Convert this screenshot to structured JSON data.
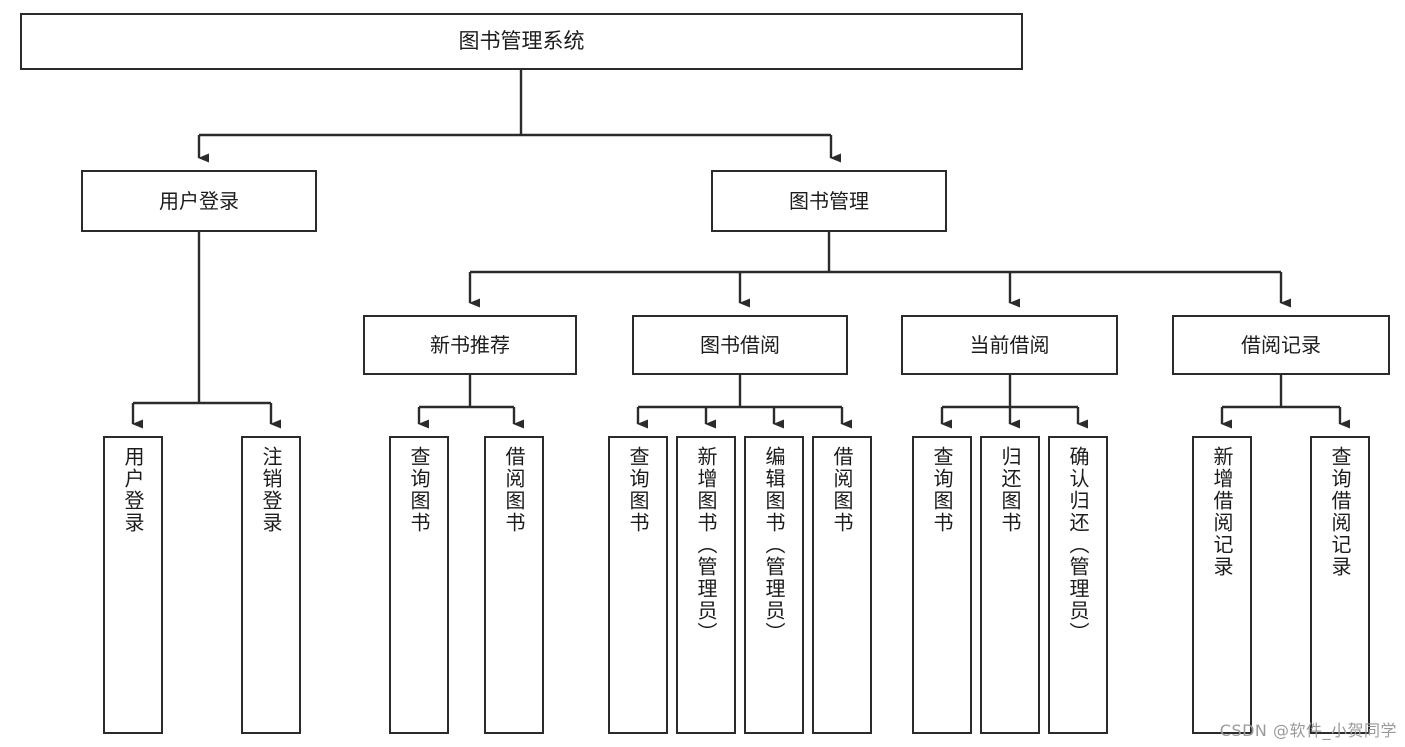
{
  "diagram": {
    "title": "图书管理系统",
    "type": "tree-hierarchy",
    "watermark": "CSDN @软件_小贺同学",
    "colors": {
      "box_border": "#2b2b2b",
      "box_fill": "#ffffff",
      "connector": "#2b2b2b",
      "text": "#1c1c1c",
      "watermark": "#9a9a9a"
    },
    "nodes": {
      "root": {
        "label": "图书管理系统"
      },
      "level_two": [
        {
          "id": "user-login",
          "label": "用户登录"
        },
        {
          "id": "book-management",
          "label": "图书管理"
        }
      ],
      "level_three": [
        {
          "id": "new-book-recommend",
          "label": "新书推荐"
        },
        {
          "id": "book-borrow",
          "label": "图书借阅"
        },
        {
          "id": "current-borrow",
          "label": "当前借阅"
        },
        {
          "id": "borrow-record",
          "label": "借阅记录"
        }
      ],
      "leaves": {
        "user_login": [
          {
            "id": "leaf-user-login",
            "label": "用户登录"
          },
          {
            "id": "leaf-logout-login",
            "label": "注销登录"
          }
        ],
        "new_book_recommend": [
          {
            "id": "leaf-query-book-1",
            "label": "查询图书"
          },
          {
            "id": "leaf-borrow-book-1",
            "label": "借阅图书"
          }
        ],
        "book_borrow": [
          {
            "id": "leaf-query-book-2",
            "label": "查询图书"
          },
          {
            "id": "leaf-add-book",
            "label": "新增图书（管理员）"
          },
          {
            "id": "leaf-edit-book",
            "label": "编辑图书（管理员）"
          },
          {
            "id": "leaf-borrow-book-2",
            "label": "借阅图书"
          }
        ],
        "current_borrow": [
          {
            "id": "leaf-query-book-3",
            "label": "查询图书"
          },
          {
            "id": "leaf-return-book",
            "label": "归还图书"
          },
          {
            "id": "leaf-confirm-return",
            "label": "确认归还（管理员）"
          }
        ],
        "borrow_record": [
          {
            "id": "leaf-add-borrow-record",
            "label": "新增借阅记录"
          },
          {
            "id": "leaf-query-borrow-record",
            "label": "查询借阅记录"
          }
        ]
      }
    }
  }
}
